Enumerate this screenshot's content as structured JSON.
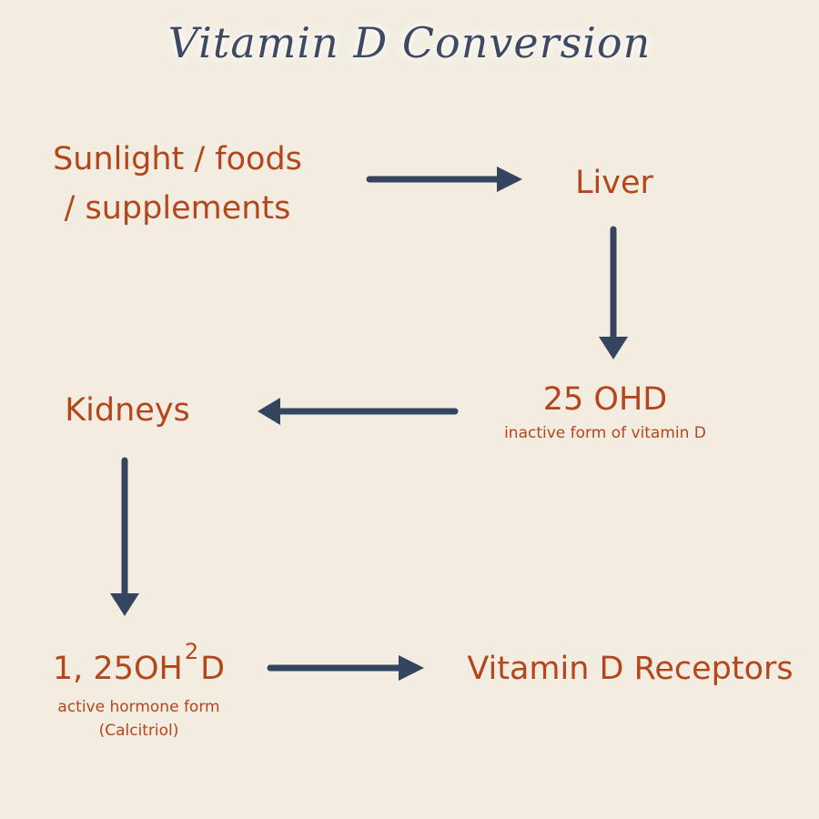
{
  "title": "Vitamin D Conversion",
  "colors": {
    "background": "#f3ede1",
    "text": "#b5461c",
    "arrow": "#354560",
    "title": "#3e4a62"
  },
  "nodes": {
    "sunlight": {
      "line1": "Sunlight / foods",
      "line2": "/ supplements"
    },
    "liver": {
      "label": "Liver"
    },
    "ohd25": {
      "label": "25 OHD",
      "note": "inactive form of vitamin D"
    },
    "kidneys": {
      "label": "Kidneys"
    },
    "dihydroxy": {
      "label_pre": "1, 25OH",
      "label_sup": "2",
      "label_post": "D",
      "note1": "active hormone form",
      "note2": "(Calcitriol)"
    },
    "receptors": {
      "label": "Vitamin D Receptors"
    }
  }
}
